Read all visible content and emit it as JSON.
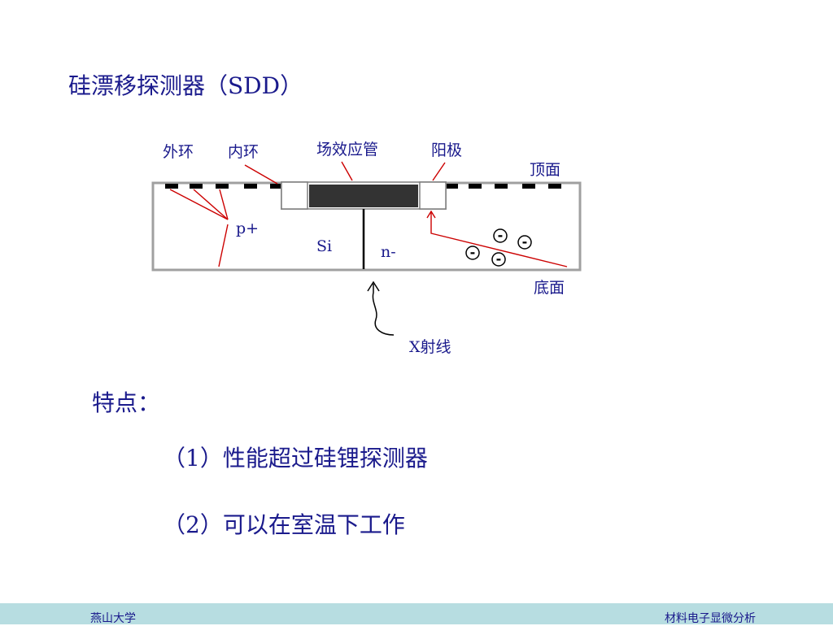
{
  "title": "硅漂移探测器（SDD）",
  "diagram": {
    "labels": {
      "outer_ring": "外环",
      "inner_ring": "内环",
      "field_effect_tube": "场效应管",
      "anode": "阳极",
      "top_face": "顶面",
      "p_plus": "p+",
      "si": "Si",
      "n_minus": "n-",
      "bottom_face": "底面",
      "xray": "X射线",
      "electron_sign": "-"
    },
    "colors": {
      "label_text": "#1a1a8c",
      "leader_lines": "#cc0000",
      "electrodes": "#000000",
      "fet_fill": "#333333",
      "frame": "#a0a0a0"
    }
  },
  "features": {
    "heading": "特点：",
    "items": [
      "（1）性能超过硅锂探测器",
      "（2）可以在室温下工作"
    ]
  },
  "footer": {
    "left": "燕山大学",
    "right": "材料电子显微分析",
    "background": "#b7dde1"
  }
}
